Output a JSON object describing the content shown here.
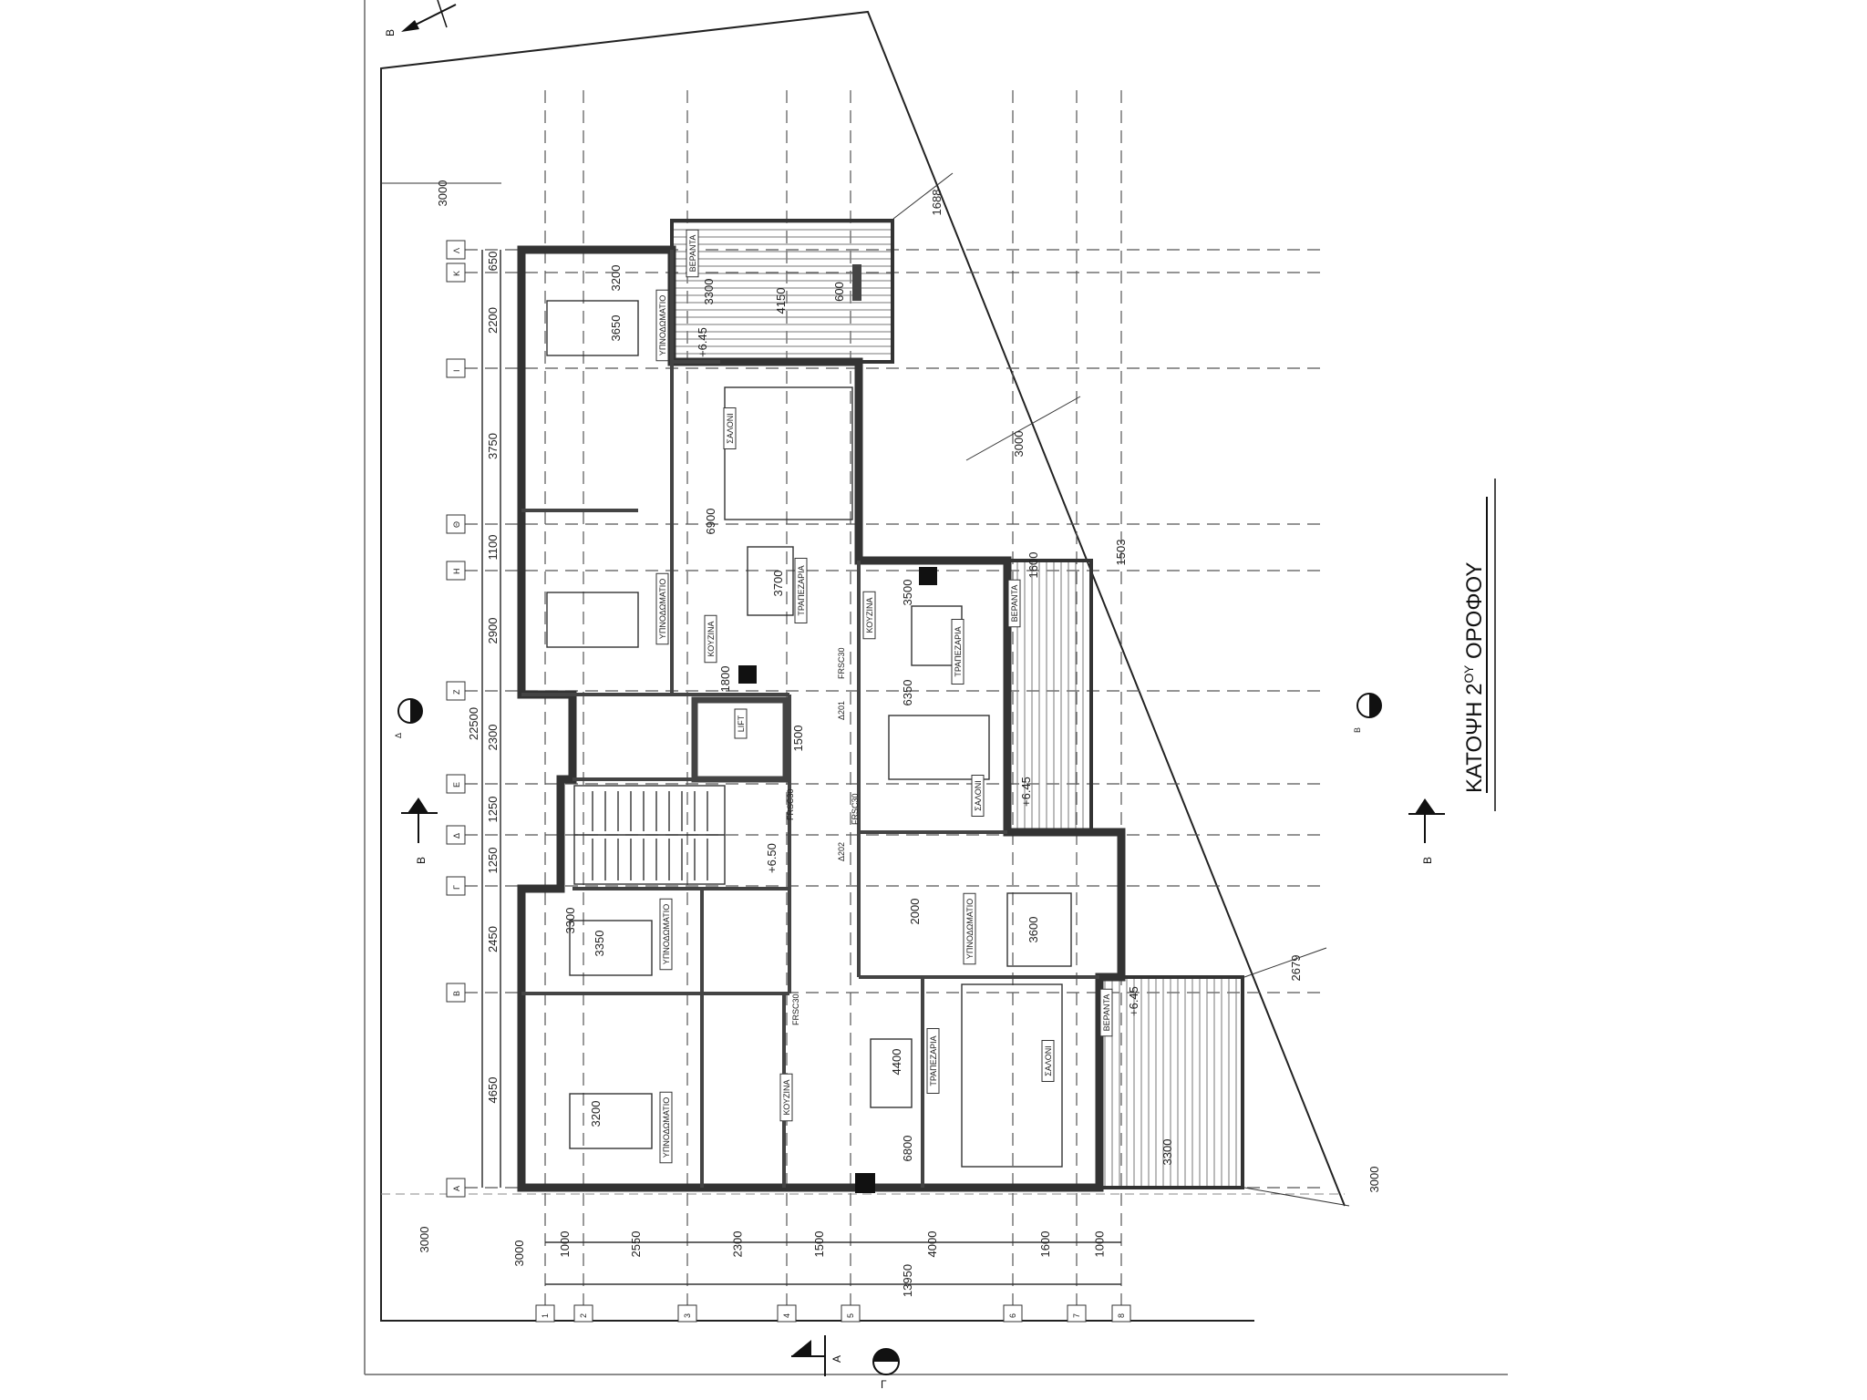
{
  "title": {
    "text": "ΚΑΤΟΨΗ 2",
    "superscript": "ΟΥ",
    "suffix": " ΟΡΟΦΟΥ"
  },
  "grid": {
    "columns": [
      "1",
      "2",
      "3",
      "4",
      "5",
      "6",
      "7",
      "8"
    ],
    "rows": [
      "Λ",
      "Κ",
      "Ι",
      "Θ",
      "Η",
      "Ζ",
      "Ε",
      "Δ",
      "Γ",
      "Β",
      "Α"
    ]
  },
  "dimensions": {
    "left_chain": [
      "650",
      "2200",
      "3750",
      "1100",
      "2900",
      "2300",
      "1250",
      "1250",
      "2450",
      "4650"
    ],
    "left_total": "22500",
    "bottom_chain": [
      "1000",
      "2550",
      "2300",
      "1500",
      "4000",
      "1600",
      "1000"
    ],
    "bottom_total": "13950",
    "bottom_offset": "3000",
    "setbacks": {
      "top_left": "3000",
      "top_right": "1688",
      "diag_upper": "3000",
      "diag_mid": "1503",
      "diag_lower": "2679",
      "bottom_right": "3000",
      "bottom_left": "3000"
    }
  },
  "rooms": [
    {
      "label": "ΒΕΡΑΝΤΑ"
    },
    {
      "label": "ΥΠΝΟΔΩΜΑΤΙΟ"
    },
    {
      "label": "ΣΑΛΟΝΙ"
    },
    {
      "label": "ΤΡΑΠΕΖΑΡΙΑ"
    },
    {
      "label": "ΚΟΥΖΙΝΑ"
    },
    {
      "label": "ΥΠΝΟΔΩΜΑΤΙΟ"
    },
    {
      "label": "LIFT"
    },
    {
      "label": "ΚΟΥΖΙΝΑ"
    },
    {
      "label": "ΤΡΑΠΕΖΑΡΙΑ"
    },
    {
      "label": "ΣΑΛΟΝΙ"
    },
    {
      "label": "ΒΕΡΑΝΤΑ"
    },
    {
      "label": "ΥΠΝΟΔΩΜΑΤΙΟ"
    },
    {
      "label": "ΥΠΝΟΔΩΜΑΤΙΟ"
    },
    {
      "label": "ΥΠΝΟΔΩΜΑΤΙΟ"
    },
    {
      "label": "ΚΟΥΖΙΝΑ"
    },
    {
      "label": "ΤΡΑΠΕΖΑΡΙΑ"
    },
    {
      "label": "ΣΑΛΟΝΙ"
    },
    {
      "label": "ΒΕΡΑΝΤΑ"
    }
  ],
  "room_dims": [
    "4150",
    "3300",
    "600",
    "3650",
    "3200",
    "6900",
    "3700",
    "3500",
    "6350",
    "1600",
    "1800",
    "1500",
    "3350",
    "3300",
    "4400",
    "6800",
    "3300",
    "3600",
    "2000",
    "3200"
  ],
  "levels": [
    "+6.45",
    "+6.45",
    "+6.45",
    "+6.50"
  ],
  "doors": [
    "FRSC30",
    "FRSC30",
    "FRSC30",
    "FRSC30"
  ],
  "markers": [
    "Δ201",
    "Δ202"
  ],
  "sections": {
    "a": "Α",
    "b_left": "Β",
    "b_right": "Β",
    "g": "Γ",
    "d": "Δ",
    "b_circle": "Β",
    "north": "Β"
  }
}
